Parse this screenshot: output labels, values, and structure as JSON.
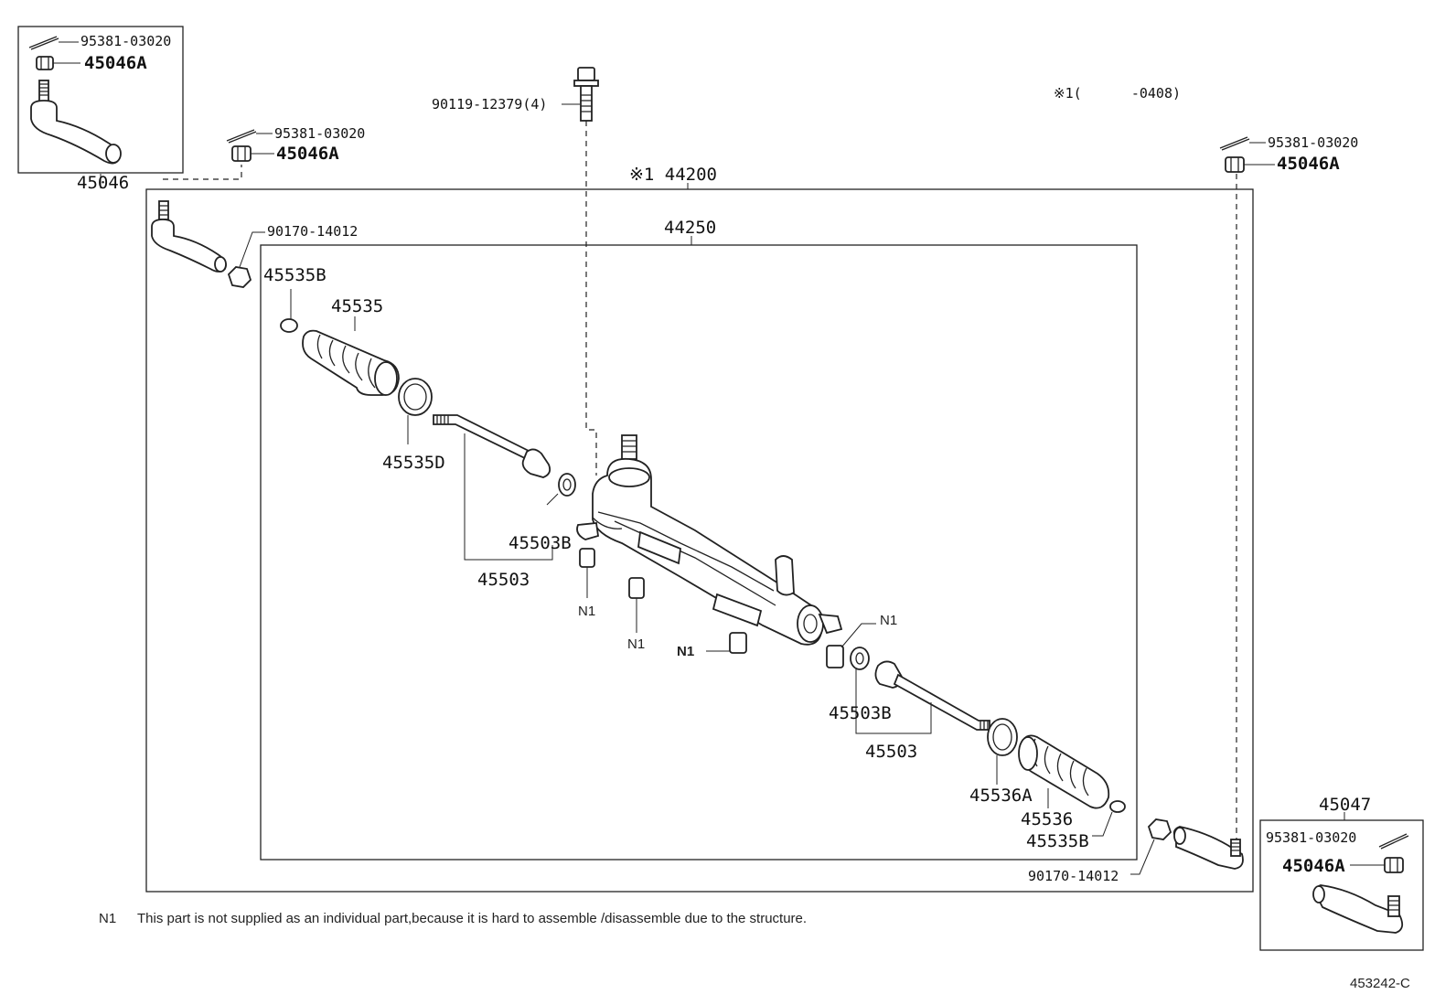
{
  "labels": {
    "cotter_pin_tl": "95381-03020",
    "nut_tl": "45046A",
    "tie_rod_end_left": "45046",
    "cotter_pin_2": "95381-03020",
    "nut_2": "45046A",
    "bolt": "90119-12379(4)",
    "note_marker": "※1(      -0408)",
    "cotter_pin_r": "95381-03020",
    "nut_r": "45046A",
    "assembly_44200": "※1 44200",
    "assembly_44250": "44250",
    "lock_nut_left": "90170-14012",
    "clip_left": "45535B",
    "boot_left": "45535",
    "clamp_left": "45535D",
    "washer_left": "45503B",
    "tie_rod_left": "45503",
    "n1_a": "N1",
    "n1_b": "N1",
    "n1_c": "N1",
    "n1_d": "N1",
    "washer_right": "45503B",
    "tie_rod_right": "45503",
    "clamp_right": "45536A",
    "boot_right": "45536",
    "clip_right": "45535B",
    "lock_nut_right": "90170-14012",
    "tie_rod_end_right": "45047",
    "cotter_pin_br": "95381-03020",
    "nut_br": "45046A",
    "footnote_marker": "N1",
    "footnote_text": "This part is not supplied as an individual part,because it is hard to assemble /disassemble due to the structure.",
    "diagram_id": "453242-C"
  }
}
